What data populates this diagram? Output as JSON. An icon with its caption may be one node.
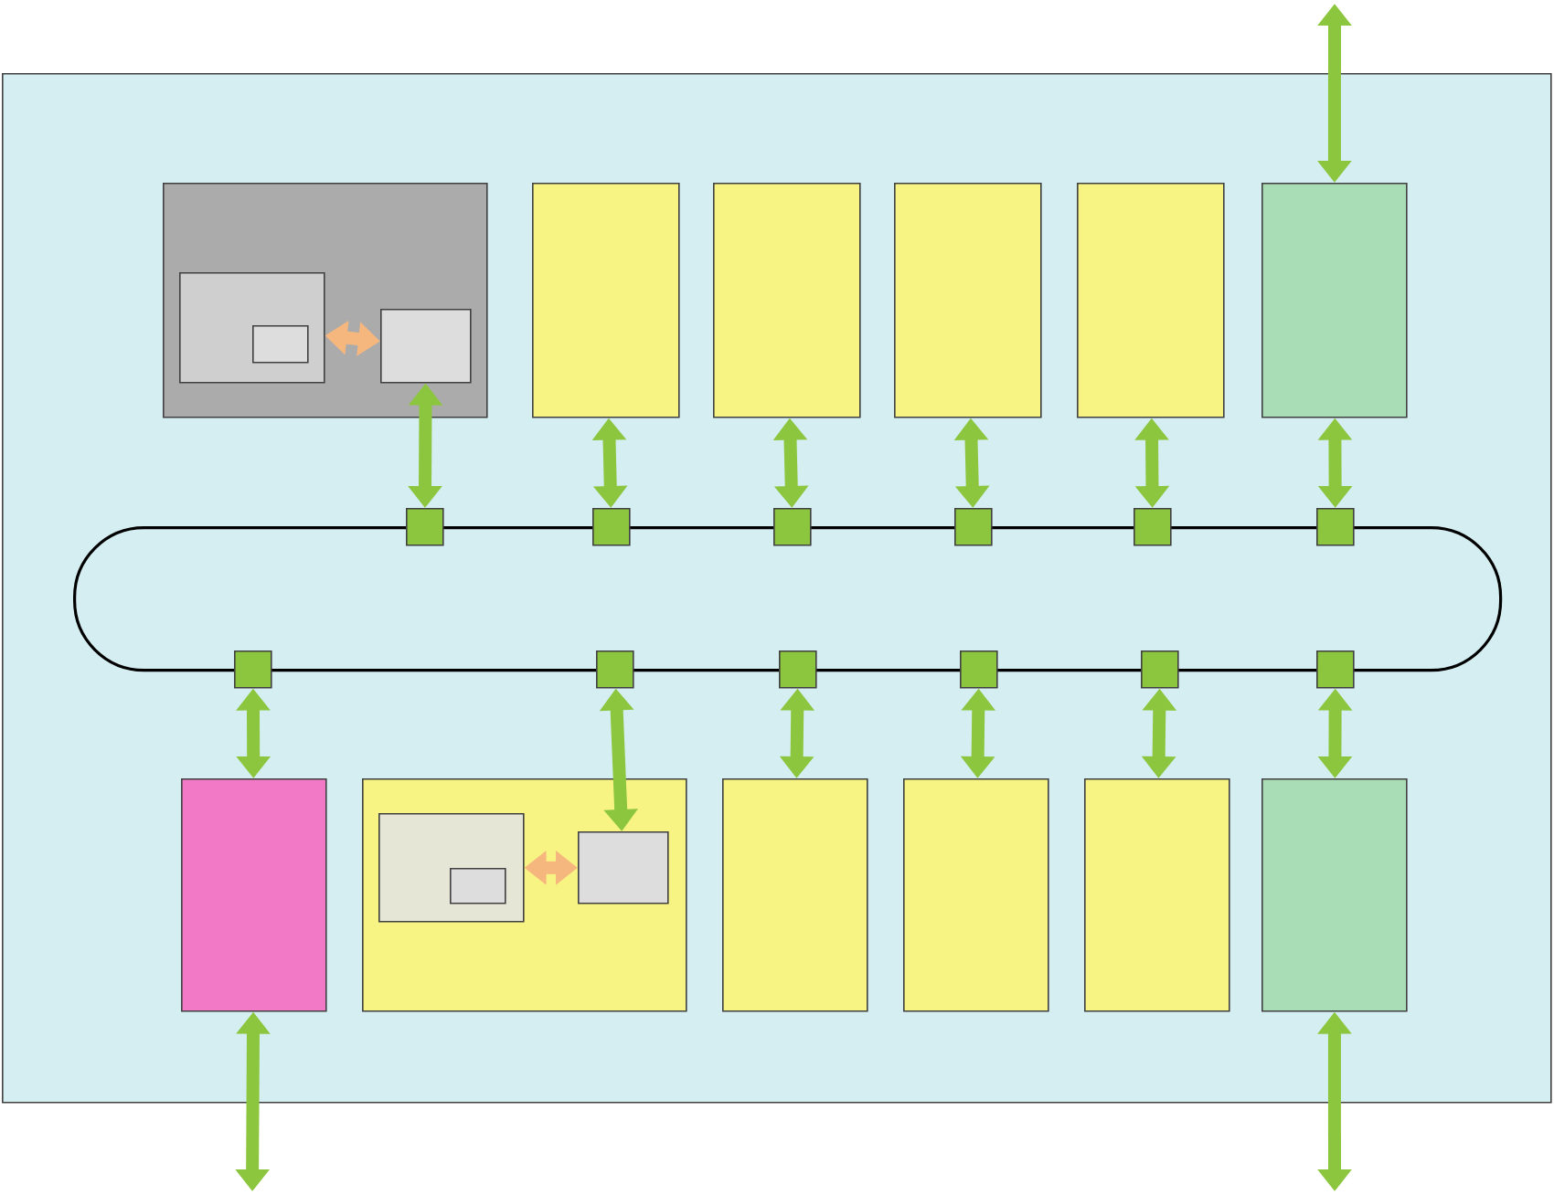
{
  "diagram": {
    "nodes": [
      {
        "text": [],
        "shape": "box"
      },
      {
        "text": [],
        "shape": "box",
        "in": 0
      },
      {
        "text": [],
        "shape": "box",
        "in": 1
      },
      {
        "text": [],
        "shape": "box",
        "in": 2
      },
      {
        "text": [],
        "shape": "box",
        "in": 1
      },
      {
        "text": [],
        "shape": "box",
        "in": 0
      },
      {
        "text": [],
        "shape": "box",
        "in": 0
      },
      {
        "text": [],
        "shape": "box",
        "in": 0
      },
      {
        "text": [],
        "shape": "box",
        "in": 0
      },
      {
        "text": [],
        "shape": "box",
        "in": 0
      },
      {
        "text": [],
        "shape": "box",
        "in": 0
      },
      {
        "text": [],
        "shape": "box",
        "in": 0
      },
      {
        "text": [],
        "shape": "box",
        "in": 0
      },
      {
        "text": [],
        "shape": "box",
        "in": 0
      },
      {
        "text": [],
        "shape": "box",
        "in": 0
      },
      {
        "text": [],
        "shape": "box",
        "in": 0
      },
      {
        "text": [],
        "shape": "box",
        "in": 0
      },
      {
        "text": [],
        "shape": "box",
        "in": 0
      },
      {
        "text": [],
        "shape": "box",
        "in": 0
      },
      {
        "text": [],
        "shape": "box",
        "in": 0
      },
      {
        "text": [],
        "shape": "box",
        "in": 0
      },
      {
        "text": [],
        "shape": "box",
        "in": 0
      },
      {
        "text": [],
        "shape": "box",
        "in": 0
      },
      {
        "text": [],
        "shape": "box",
        "in": 0
      },
      {
        "text": [],
        "shape": "box",
        "in": 23
      },
      {
        "text": [],
        "shape": "box",
        "in": 24
      },
      {
        "text": [],
        "shape": "box",
        "in": 23
      },
      {
        "text": [],
        "shape": "box",
        "in": 0
      },
      {
        "text": [],
        "shape": "box",
        "in": 0
      },
      {
        "text": [],
        "shape": "box",
        "in": 0
      },
      {
        "text": [],
        "shape": "box",
        "in": 0
      },
      {
        "text": [],
        "shape": "ring",
        "in": 0
      }
    ],
    "edges": [
      {
        "from": null,
        "to": 9,
        "arrow": "both"
      },
      {
        "from": 2,
        "to": 4,
        "arrow": "both",
        "color": "#f6b77e"
      },
      {
        "from": 4,
        "to": 10,
        "arrow": "both"
      },
      {
        "from": 5,
        "to": 11,
        "arrow": "both"
      },
      {
        "from": 6,
        "to": 12,
        "arrow": "both"
      },
      {
        "from": 7,
        "to": 13,
        "arrow": "both"
      },
      {
        "from": 8,
        "to": 14,
        "arrow": "both"
      },
      {
        "from": 9,
        "to": 15,
        "arrow": "both"
      },
      {
        "from": 16,
        "to": 22,
        "arrow": "both"
      },
      {
        "from": 17,
        "to": 26,
        "arrow": "both"
      },
      {
        "from": 18,
        "to": 27,
        "arrow": "both"
      },
      {
        "from": 19,
        "to": 28,
        "arrow": "both"
      },
      {
        "from": 20,
        "to": 29,
        "arrow": "both"
      },
      {
        "from": 21,
        "to": 30,
        "arrow": "both"
      },
      {
        "from": 24,
        "to": 26,
        "arrow": "both",
        "color": "#f6b77e"
      },
      {
        "from": 22,
        "to": null,
        "arrow": "both"
      },
      {
        "from": 30,
        "to": null,
        "arrow": "both"
      }
    ]
  }
}
